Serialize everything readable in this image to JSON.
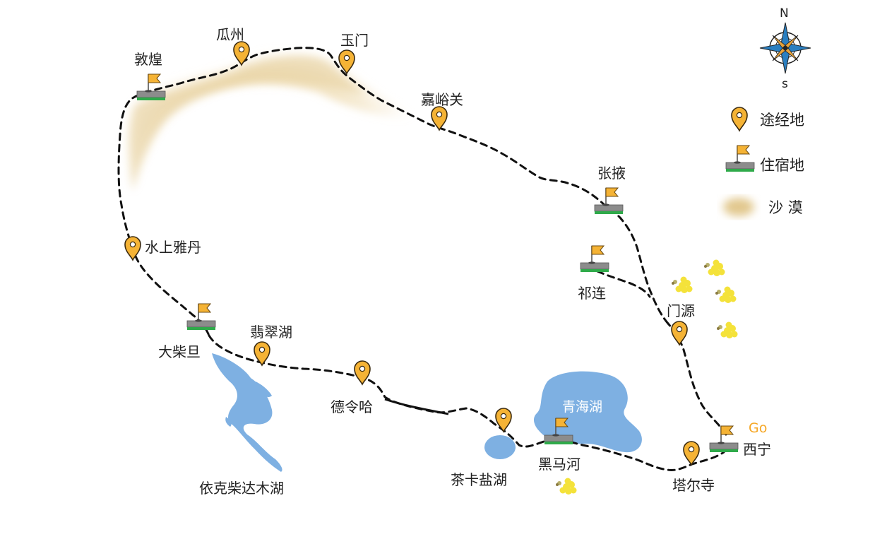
{
  "compass": {
    "north": "N",
    "south": "s"
  },
  "legend": {
    "waypoint": "途经地",
    "lodging": "住宿地",
    "desert": "沙 漠"
  },
  "places": {
    "dunhuang": "敦煌",
    "guazhou": "瓜州",
    "yumen": "玉门",
    "jiayuguan": "嘉峪关",
    "zhangye": "张掖",
    "qilian": "祁连",
    "menyuan": "门源",
    "shuishang_yadan": "水上雅丹",
    "dachaidan": "大柴旦",
    "feicuihu": "翡翠湖",
    "delingha": "德令哈",
    "chakayanhu": "茶卡盐湖",
    "heimahe": "黑马河",
    "taersi": "塔尔寺",
    "xining": "西宁",
    "qinghaihu": "青海湖",
    "yikechaidamuhu": "依克柴达木湖"
  },
  "start_marker": "Go",
  "colors": {
    "route": "#111111",
    "pin": "#f5b335",
    "pin_outline": "#3a2a10",
    "lake": "#7eb0e2",
    "desert": "#e8cf98",
    "flag": "#f5b335",
    "lodging_base": "#8c8c8c",
    "lodging_stripe": "#2faa4a",
    "flower": "#f4e23a",
    "compass_blue": "#2a7fc1",
    "compass_gold": "#e8a33a"
  }
}
